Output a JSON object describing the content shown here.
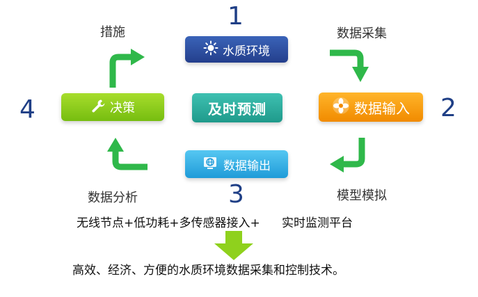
{
  "steps": {
    "n1": "1",
    "n2": "2",
    "n3": "3",
    "n4": "4"
  },
  "captions": {
    "top_left": "措施",
    "top_right": "数据采集",
    "bottom_left": "数据分析",
    "bottom_right": "模型模拟"
  },
  "boxes": {
    "water": {
      "label": "水质环境",
      "icon": "sun-icon",
      "color": "#2b4a9e"
    },
    "center": {
      "label": "及时预测",
      "color": "#2aae9f"
    },
    "input": {
      "label": "数据输入",
      "icon": "flower-icon",
      "color": "#f7a01a"
    },
    "decision": {
      "label": "决策",
      "icon": "wrench-icon",
      "color": "#8fd11d"
    },
    "output": {
      "label": "数据输出",
      "icon": "globe-icon",
      "color": "#2ba7e3"
    }
  },
  "arrows": {
    "color": "#2fb84a"
  },
  "bottom": {
    "line1": "无线节点+低功耗+多传感器接入+",
    "line1_right": "实时监测平台",
    "line2": "高效、经济、方便的水质环境数据采集和控制技术。",
    "down_arrow_color": "#8fd11d"
  }
}
